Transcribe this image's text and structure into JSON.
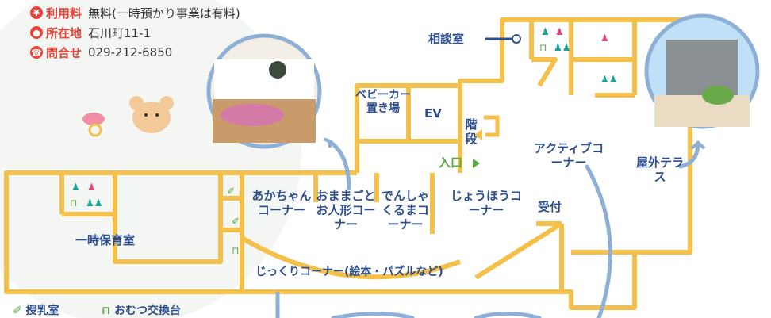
{
  "info": {
    "fee": {
      "icon": "yen-icon",
      "label": "利用料",
      "value": "無料(一時預かり事業は有料)"
    },
    "location": {
      "icon": "map-pin-icon",
      "label": "所在地",
      "value": "石川町11-1"
    },
    "contact": {
      "icon": "phone-icon",
      "label": "問合せ",
      "value": "029-212-6850"
    }
  },
  "rooms": {
    "consult": "相談室",
    "stroller": "ベビーカー置き場",
    "ev": "EV",
    "stairs": "階段",
    "entrance": "入口",
    "active": "アクティブコーナー",
    "outdoor": "屋外テラス",
    "temp": "一時保育室",
    "baby": "あかちゃんコーナー",
    "pretend": "おままごとお人形コーナー",
    "densha": "でんしゃくるまコーナー",
    "joho": "じょうほうコーナー",
    "reception": "受付",
    "jikkuri": "じっくりコーナー(絵本・パズルなど)"
  },
  "legend": {
    "nursing": {
      "icon": "bottle-icon",
      "label": "授乳室"
    },
    "diaper": {
      "icon": "diaper-table-icon",
      "label": "おむつ交換台"
    }
  },
  "colors": {
    "wall": "#f5c04a",
    "text": "#2d4f8f",
    "accent": "#e8443a",
    "teal": "#1aa39a",
    "pink": "#e0457b",
    "green": "#5aa73f"
  }
}
